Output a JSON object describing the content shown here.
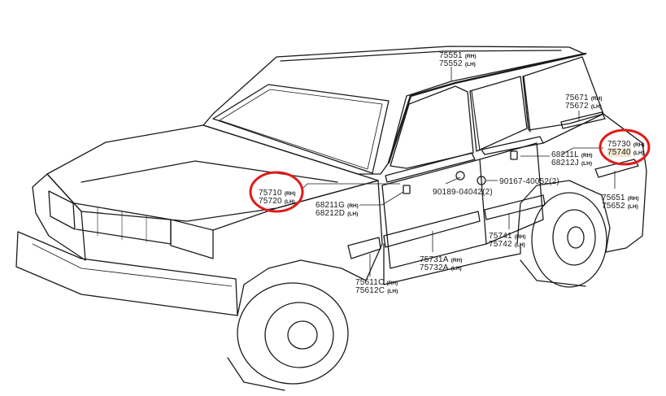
{
  "diagram": {
    "highlight_color": "#e01a1a",
    "labels": [
      {
        "id": "roof",
        "rows": [
          {
            "pn": "75551",
            "side": "(RH)"
          },
          {
            "pn": "75552",
            "side": "(LH)"
          }
        ]
      },
      {
        "id": "rear-upper",
        "rows": [
          {
            "pn": "75671",
            "side": "(RH)"
          },
          {
            "pn": "75672",
            "side": "(LH)"
          }
        ]
      },
      {
        "id": "rear-emblem",
        "rows": [
          {
            "pn": "75730",
            "side": "(RH)"
          },
          {
            "pn": "75740",
            "side": "(LH)"
          }
        ]
      },
      {
        "id": "rear-clip",
        "rows": [
          {
            "pn": "68211L",
            "side": "(RH)"
          },
          {
            "pn": "68212J",
            "side": "(LH)"
          }
        ]
      },
      {
        "id": "screw",
        "rows": [
          {
            "pn": "90167-40052(2)",
            "side": ""
          }
        ]
      },
      {
        "id": "bolt",
        "rows": [
          {
            "pn": "90189-04042(2)",
            "side": ""
          }
        ]
      },
      {
        "id": "front-emblem",
        "rows": [
          {
            "pn": "75710",
            "side": "(RH)"
          },
          {
            "pn": "75720",
            "side": "(LH)"
          }
        ]
      },
      {
        "id": "front-clip",
        "rows": [
          {
            "pn": "68211G",
            "side": "(RH)"
          },
          {
            "pn": "68212D",
            "side": "(LH)"
          }
        ]
      },
      {
        "id": "rear-fender",
        "rows": [
          {
            "pn": "75651",
            "side": "(RH)"
          },
          {
            "pn": "75652",
            "side": "(LH)"
          }
        ]
      },
      {
        "id": "rear-door",
        "rows": [
          {
            "pn": "75741",
            "side": "(RH)"
          },
          {
            "pn": "75742",
            "side": "(LH)"
          }
        ]
      },
      {
        "id": "front-door",
        "rows": [
          {
            "pn": "75731A",
            "side": "(RH)"
          },
          {
            "pn": "75732A",
            "side": "(LH)"
          }
        ]
      },
      {
        "id": "front-fender",
        "rows": [
          {
            "pn": "75611C",
            "side": "(RH)"
          },
          {
            "pn": "75612C",
            "side": "(LH)"
          }
        ]
      }
    ]
  }
}
